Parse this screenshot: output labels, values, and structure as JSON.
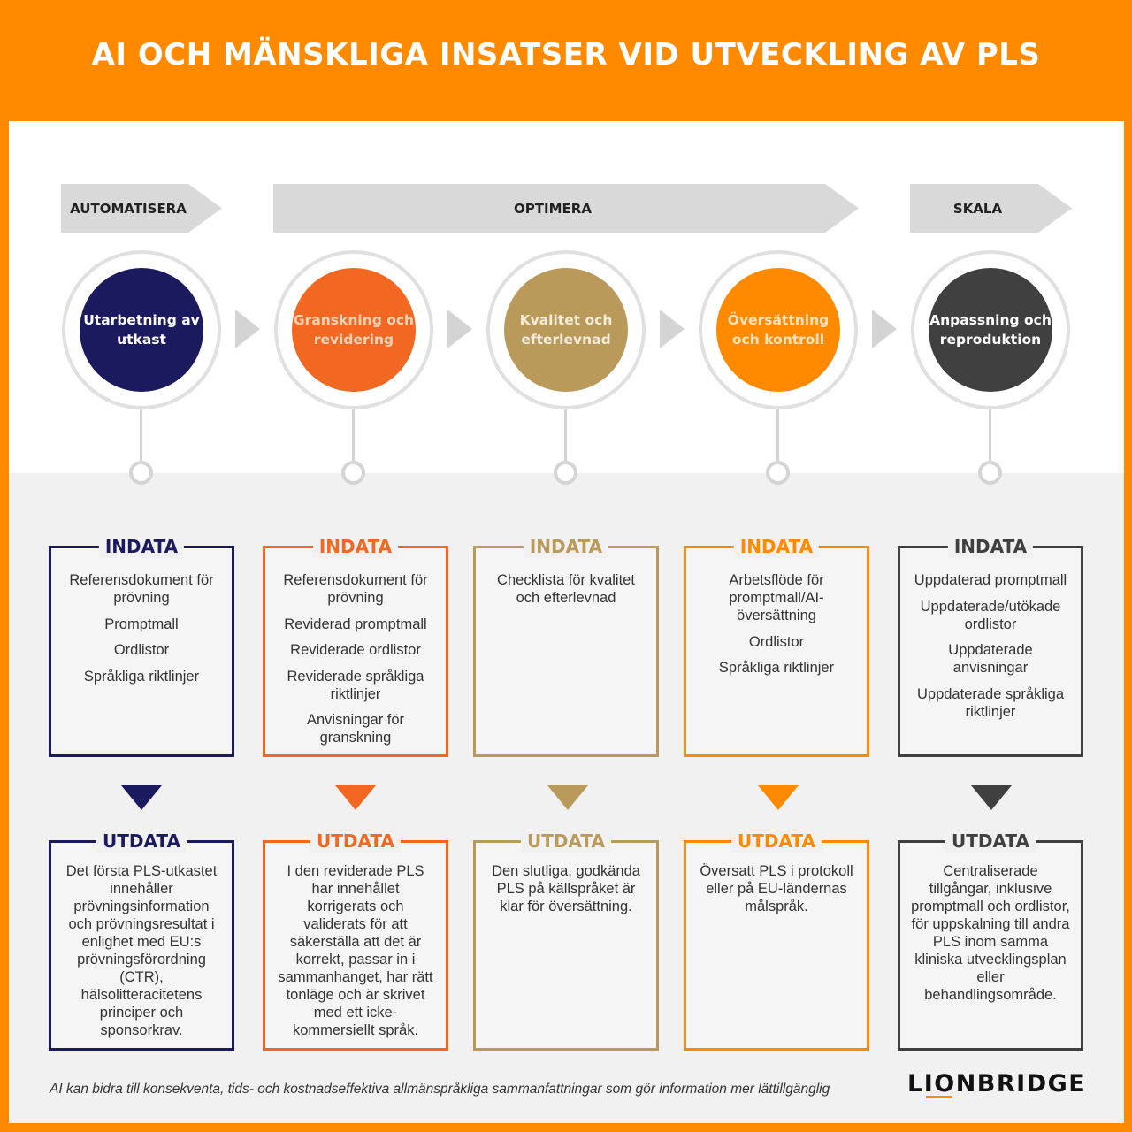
{
  "title": "AI OCH MÄNSKLIGA INSATSER VID UTVECKLING AV PLS",
  "phases": [
    {
      "label": "AUTOMATISERA"
    },
    {
      "label": "OPTIMERA"
    },
    {
      "label": "SKALA"
    }
  ],
  "colors": {
    "navy": "#1c1a5e",
    "orange_red": "#f26722",
    "gold": "#b99a5b",
    "orange": "#ff8a00",
    "charcoal": "#404040",
    "header": "#ff8a00"
  },
  "steps": [
    {
      "name": "Utarbetning av utkast",
      "color": "#1c1a5e",
      "text_color": "#ffffff",
      "input_label": "INDATA",
      "inputs": [
        "Referensdokument för prövning",
        "Promptmall",
        "Ordlistor",
        "Språkliga riktlinjer"
      ],
      "output_label": "UTDATA",
      "output": "Det första PLS-utkastet innehåller prövningsinformation och prövningsresultat i enlighet med EU:s prövningsförordning (CTR), hälsolitteracitetens principer och sponsorkrav."
    },
    {
      "name": "Granskning och revidering",
      "color": "#f26722",
      "text_color": "#f7d3b6",
      "input_label": "INDATA",
      "inputs": [
        "Referensdokument för prövning",
        "Reviderad promptmall",
        "Reviderade ordlistor",
        "Reviderade språkliga riktlinjer",
        "Anvisningar för granskning"
      ],
      "output_label": "UTDATA",
      "output": "I den reviderade PLS har innehållet korrigerats och validerats för att säkerställa att det är korrekt, passar in i sammanhanget, har rätt tonläge och är skrivet med ett icke-kommersiellt språk."
    },
    {
      "name": "Kvalitet och efterlevnad",
      "color": "#b99a5b",
      "text_color": "#f5ecd9",
      "input_label": "INDATA",
      "inputs": [
        "Checklista för kvalitet och efterlevnad"
      ],
      "output_label": "UTDATA",
      "output": "Den slutliga, godkända PLS på källspråket är klar för översättning."
    },
    {
      "name": "Översättning och kontroll",
      "color": "#ff8a00",
      "text_color": "#fbe2c2",
      "input_label": "INDATA",
      "inputs": [
        "Arbetsflöde för promptmall/AI-översättning",
        "Ordlistor",
        "Språkliga riktlinjer"
      ],
      "output_label": "UTDATA",
      "output": "Översatt PLS i protokoll eller på EU-ländernas målspråk."
    },
    {
      "name": "Anpassning och reproduktion",
      "color": "#404040",
      "text_color": "#ffffff",
      "input_label": "INDATA",
      "inputs": [
        "Uppdaterad promptmall",
        "Uppdaterade/utökade ordlistor",
        "Uppdaterade anvisningar",
        "Uppdaterade språkliga riktlinjer"
      ],
      "output_label": "UTDATA",
      "output": "Centraliserade tillgångar, inklusive promptmall och ordlistor, för uppskalning till andra PLS inom samma kliniska utvecklingsplan eller behandlingsområde."
    }
  ],
  "footer": {
    "note": "AI kan bidra till konsekventa, tids- och kostnadseffektiva allmänspråkliga sammanfattningar som gör information mer lättillgänglig",
    "logo": "LIONBRIDGE"
  }
}
